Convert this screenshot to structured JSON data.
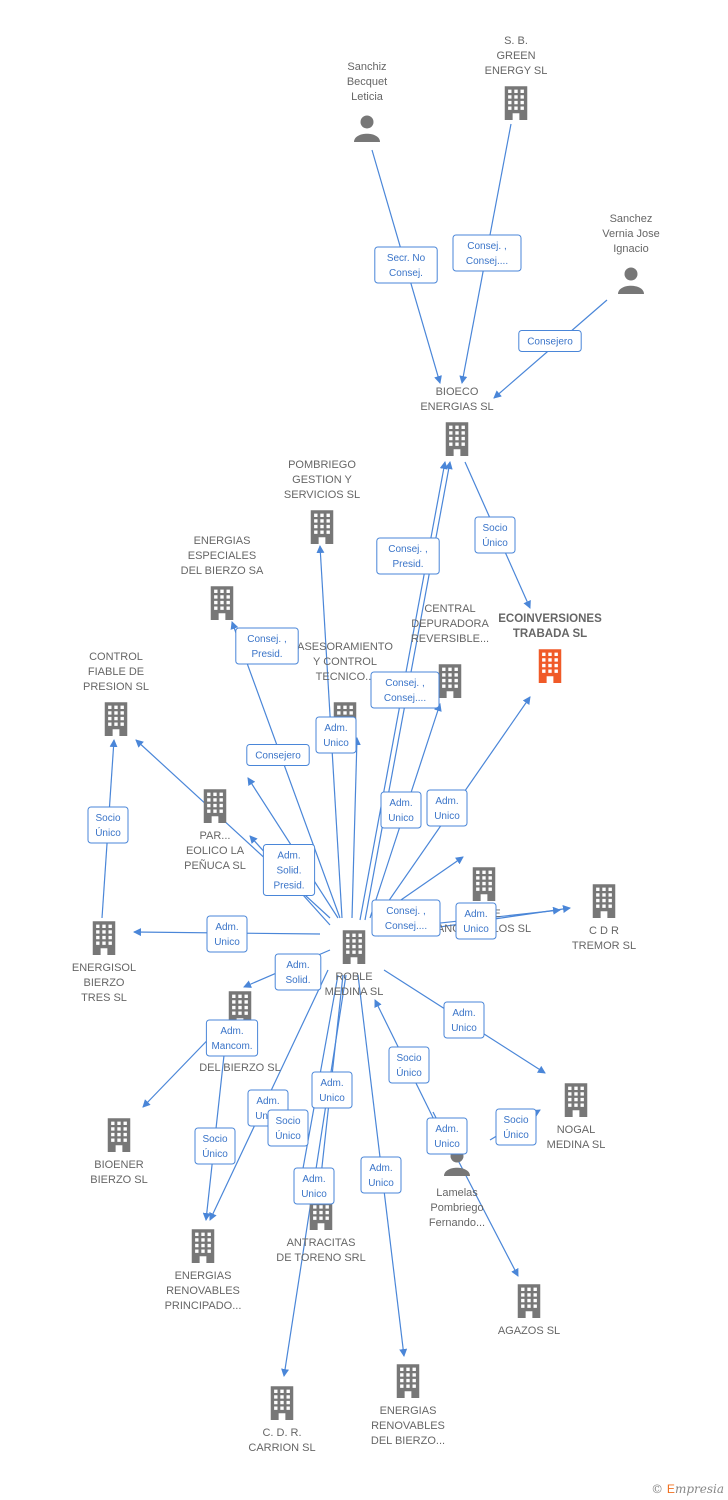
{
  "accent_color": "#f05a28",
  "node_color": "#777777",
  "edge_color": "#4a86d8",
  "nodes": [
    {
      "id": "sanchiz",
      "kind": "person",
      "label": [
        "Sanchiz",
        "Becquet",
        "Leticia"
      ]
    },
    {
      "id": "sbgreen",
      "kind": "company",
      "label": [
        "S. B.",
        "GREEN",
        "ENERGY  SL"
      ]
    },
    {
      "id": "sanchez",
      "kind": "person",
      "label": [
        "Sanchez",
        "Vernia Jose",
        "Ignacio"
      ]
    },
    {
      "id": "bioeco",
      "kind": "company",
      "label": [
        "BIOECO",
        "ENERGIAS SL"
      ]
    },
    {
      "id": "pombriego",
      "kind": "company",
      "label": [
        "POMBRIEGO",
        "GESTION Y",
        "SERVICIOS  SL"
      ]
    },
    {
      "id": "eeb",
      "kind": "company",
      "label": [
        "ENERGIAS",
        "ESPECIALES",
        "DEL BIERZO SA"
      ]
    },
    {
      "id": "ecoinv",
      "kind": "company",
      "main": true,
      "label": [
        "ECOINVERSIONES",
        "TRABADA  SL"
      ]
    },
    {
      "id": "control",
      "kind": "company",
      "label": [
        "CONTROL",
        "FIABLE DE",
        "PRESION SL"
      ]
    },
    {
      "id": "central",
      "kind": "company",
      "label": [
        "CENTRAL",
        "DEPURADORA",
        "REVERSIBLE..."
      ]
    },
    {
      "id": "asesor",
      "kind": "company",
      "label": [
        "ASESORAMIENTO",
        "Y CONTROL",
        "TECNICO..."
      ]
    },
    {
      "id": "parque",
      "kind": "company",
      "label": [
        "PAR...",
        "EOLICO LA",
        "PEÑUCA SL"
      ]
    },
    {
      "id": "angost",
      "kind": "company",
      "label": [
        "P...  DE",
        "ANGOSTILLOS SL"
      ]
    },
    {
      "id": "cdr",
      "kind": "company",
      "label": [
        "C D R",
        "TREMOR SL"
      ]
    },
    {
      "id": "energisol",
      "kind": "company",
      "label": [
        "ENERGISOL",
        "BIERZO",
        "TRES SL"
      ]
    },
    {
      "id": "roble",
      "kind": "company",
      "label": [
        "ROBLE",
        "MEDINA SL"
      ]
    },
    {
      "id": "sdb",
      "kind": "company",
      "label": [
        "...S",
        "...LES",
        "DEL BIERZO SL"
      ]
    },
    {
      "id": "nogal",
      "kind": "company",
      "label": [
        "NOGAL",
        "MEDINA SL"
      ]
    },
    {
      "id": "bioener",
      "kind": "company",
      "label": [
        "BIOENER",
        "BIERZO SL"
      ]
    },
    {
      "id": "lamelas",
      "kind": "person",
      "label": [
        "Lamelas",
        "Pombriego",
        "Fernando..."
      ]
    },
    {
      "id": "antracitas",
      "kind": "company",
      "label": [
        "ANTRACITAS",
        "DE TORENO SRL"
      ]
    },
    {
      "id": "erp",
      "kind": "company",
      "label": [
        "ENERGIAS",
        "RENOVABLES",
        "PRINCIPADO..."
      ]
    },
    {
      "id": "agazos",
      "kind": "company",
      "label": [
        "AGAZOS SL"
      ]
    },
    {
      "id": "cdrcarrion",
      "kind": "company",
      "label": [
        "C.  D. R.",
        "CARRION  SL"
      ]
    },
    {
      "id": "erdb",
      "kind": "company",
      "label": [
        "ENERGIAS",
        "RENOVABLES",
        "DEL BIERZO..."
      ]
    }
  ],
  "edges": [
    {
      "from": "sanchiz",
      "to": "bioeco",
      "label": [
        "Secr.  No",
        "Consej."
      ]
    },
    {
      "from": "sbgreen",
      "to": "bioeco",
      "label": [
        "Consej. ,",
        "Consej...."
      ]
    },
    {
      "from": "sanchez",
      "to": "bioeco",
      "label": [
        "Consejero"
      ]
    },
    {
      "from": "bioeco",
      "to": "ecoinv",
      "label": [
        "Socio",
        "Único"
      ]
    },
    {
      "from": "roble",
      "to": "bioeco",
      "label": [
        "Consej. ,",
        "Presid."
      ]
    },
    {
      "from": "roble",
      "to": "bioeco",
      "label": []
    },
    {
      "from": "roble",
      "to": "eeb",
      "label": [
        "Consej. ,",
        "Presid."
      ]
    },
    {
      "from": "roble",
      "to": "pombriego",
      "label": [
        "Adm.",
        "Unico"
      ]
    },
    {
      "from": "roble",
      "to": "central",
      "label": [
        "Consej. ,",
        "Consej...."
      ]
    },
    {
      "from": "roble",
      "to": "ecoinv",
      "label": [
        "Adm.",
        "Unico"
      ]
    },
    {
      "from": "roble",
      "to": "asesor",
      "label": [
        "Adm.",
        "Unico"
      ]
    },
    {
      "from": "roble",
      "to": "asesor",
      "label": [
        "Consejero"
      ]
    },
    {
      "from": "roble",
      "to": "control",
      "label": []
    },
    {
      "from": "energisol",
      "to": "control",
      "label": [
        "Socio",
        "Único"
      ]
    },
    {
      "from": "roble",
      "to": "parque",
      "label": [
        "Adm.",
        "Solid.",
        "Presid."
      ]
    },
    {
      "from": "roble",
      "to": "angost",
      "label": [
        "Adm.",
        "Unico"
      ]
    },
    {
      "from": "roble",
      "to": "cdr",
      "label": [
        "Adm.",
        "Unico"
      ]
    },
    {
      "from": "roble",
      "to": "cdr",
      "label": [
        "Consej. ,",
        "Consej...."
      ]
    },
    {
      "from": "roble",
      "to": "energisol",
      "label": [
        "Adm.",
        "Unico"
      ]
    },
    {
      "from": "roble",
      "to": "sdb",
      "label": [
        "Adm.",
        "Solid."
      ]
    },
    {
      "from": "roble",
      "to": "nogal",
      "label": [
        "Adm.",
        "Unico"
      ]
    },
    {
      "from": "sdb",
      "to": "bioener",
      "label": [
        "Adm.",
        "Mancom."
      ]
    },
    {
      "from": "sdb",
      "to": "erp",
      "label": [
        "Socio",
        "Único"
      ]
    },
    {
      "from": "roble",
      "to": "erp",
      "label": [
        "Adm.",
        "Unico"
      ]
    },
    {
      "from": "roble",
      "to": "antracitas",
      "label": [
        "Adm.",
        "Unico"
      ]
    },
    {
      "from": "roble",
      "to": "antracitas",
      "label": [
        "Socio",
        "Único"
      ]
    },
    {
      "from": "roble",
      "to": "cdrcarrion",
      "label": [
        "Adm.",
        "Unico"
      ]
    },
    {
      "from": "roble",
      "to": "erdb",
      "label": [
        "Adm.",
        "Unico"
      ]
    },
    {
      "from": "lamelas",
      "to": "roble",
      "label": [
        "Socio",
        "Único"
      ]
    },
    {
      "from": "lamelas",
      "to": "agazos",
      "label": [
        "Adm.",
        "Unico"
      ]
    },
    {
      "from": "lamelas",
      "to": "nogal",
      "label": [
        "Socio",
        "Único"
      ]
    }
  ],
  "credit": {
    "symbol": "©",
    "brand": "mpresia",
    "brand_initial": "E"
  }
}
